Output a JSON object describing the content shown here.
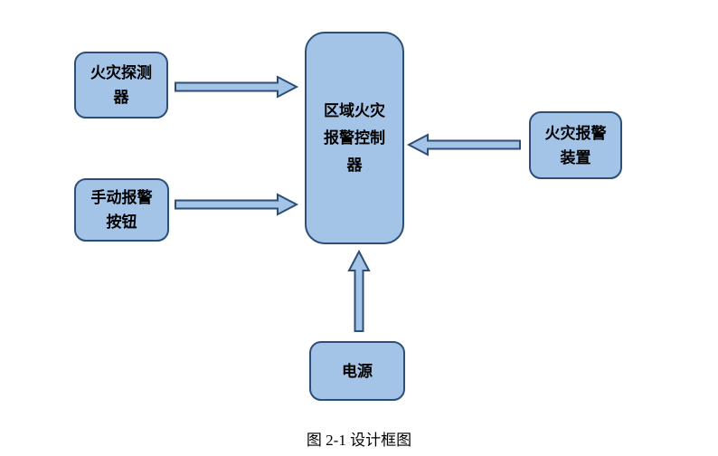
{
  "colors": {
    "node_fill": "#a3c4e7",
    "node_border": "#2d4e77",
    "text": "#000000"
  },
  "nodes": {
    "fire_detector": {
      "label": "火灾探测器",
      "line1": "火灾探测",
      "line2": "器"
    },
    "manual_alarm_button": {
      "label": "手动报警按钮",
      "line1": "手动报警",
      "line2": "按钮"
    },
    "zone_controller": {
      "label": "区域火灾报警控制器",
      "line1": "区域火灾",
      "line2": "报警控制",
      "line3": "器"
    },
    "alarm_device": {
      "label": "火灾报警装置",
      "line1": "火灾报警",
      "line2": "装置"
    },
    "power_supply": {
      "label": "电源",
      "line1": "电源"
    }
  },
  "arrows": [
    {
      "name": "fire-detector-to-controller",
      "direction": "right"
    },
    {
      "name": "manual-button-to-controller",
      "direction": "right"
    },
    {
      "name": "alarm-device-to-controller",
      "direction": "left"
    },
    {
      "name": "power-to-controller",
      "direction": "up"
    }
  ],
  "caption": "图 2-1 设计框图"
}
